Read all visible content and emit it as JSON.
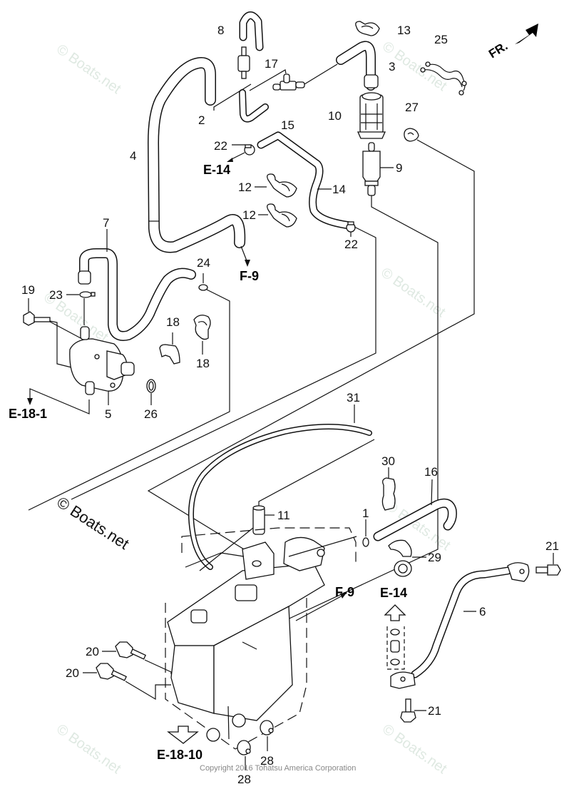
{
  "diagram": {
    "orientation_label": "FR.",
    "copyright": "Copyright 2016 Tohatsu America Corporation",
    "watermark": "© Boats.net",
    "callouts": {
      "p1": "1",
      "p2": "2",
      "p3": "3",
      "p4": "4",
      "p5": "5",
      "p6": "6",
      "p7": "7",
      "p8": "8",
      "p9": "9",
      "p10": "10",
      "p11": "11",
      "p12a": "12",
      "p12b": "12",
      "p13": "13",
      "p14": "14",
      "p15": "15",
      "p16": "16",
      "p17": "17",
      "p18a": "18",
      "p18b": "18",
      "p19": "19",
      "p20a": "20",
      "p20b": "20",
      "p21a": "21",
      "p21b": "21",
      "p22a": "22",
      "p22b": "22",
      "p23": "23",
      "p24": "24",
      "p25": "25",
      "p26": "26",
      "p27": "27",
      "p28a": "28",
      "p28b": "28",
      "p29": "29",
      "p30": "30",
      "p31": "31"
    },
    "references": {
      "e14_top": "E-14",
      "f9_top": "F-9",
      "e18_1": "E-18-1",
      "f9_mid": "F-9",
      "e14_mid": "E-14",
      "e18_10": "E-18-10"
    }
  }
}
